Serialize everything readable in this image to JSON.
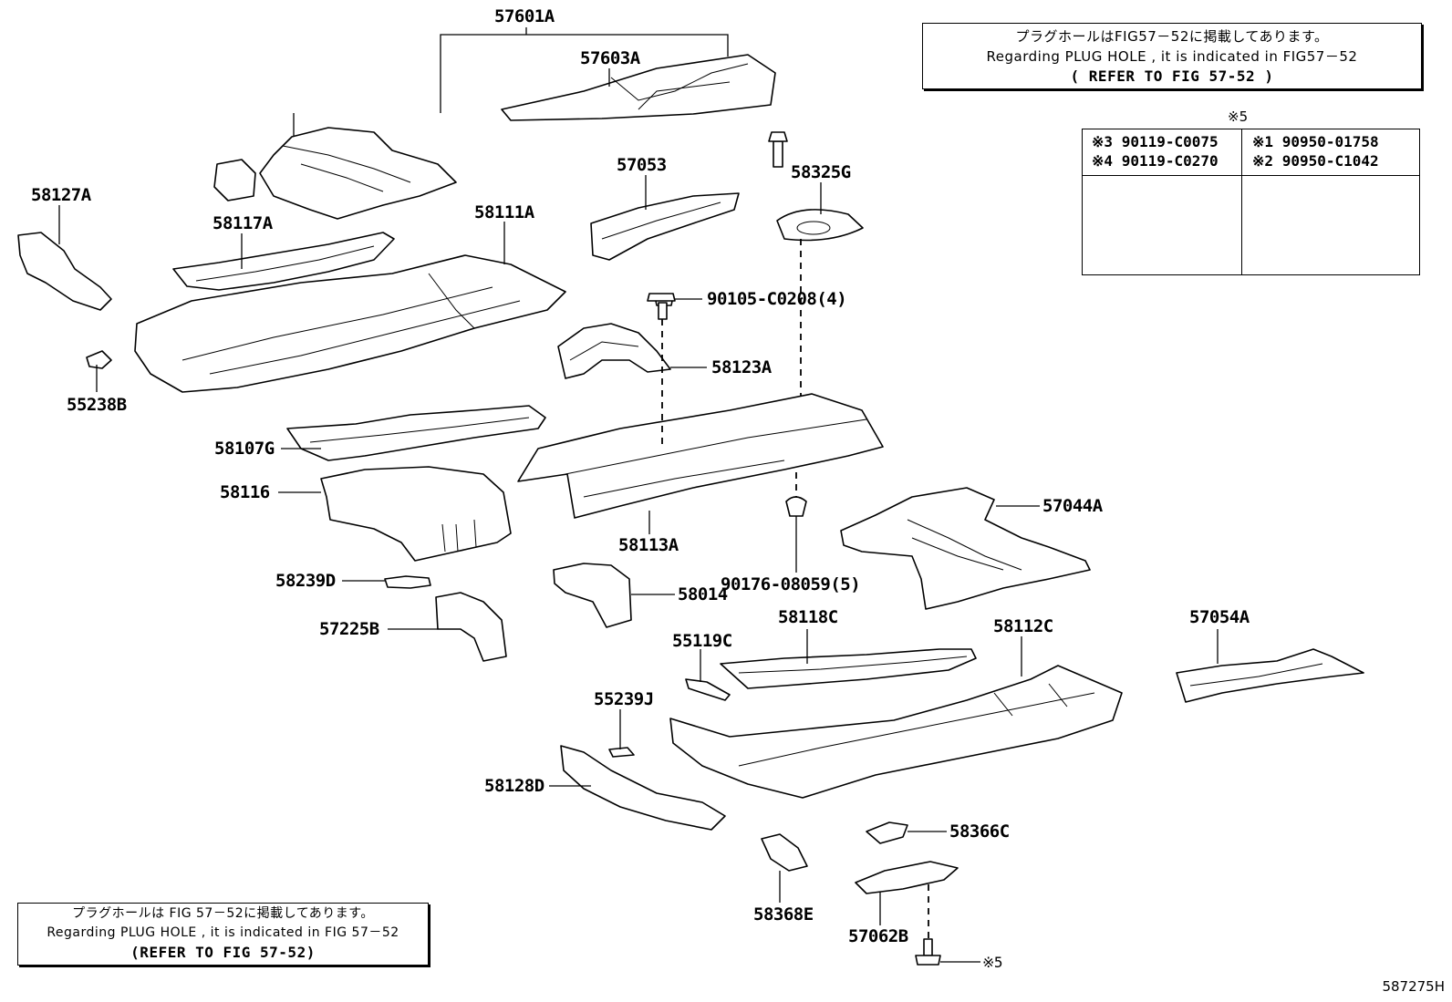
{
  "figure_number": "587275H",
  "note_top": {
    "jp": "プラグホールはFIG57－52に掲載してあります。",
    "en": "Regarding PLUG HOLE , it is indicated in FIG57－52",
    "ref": "( REFER TO FIG 57-52 )"
  },
  "note_bottom": {
    "jp": "プラグホールは FIG 57－52に掲載してあります。",
    "en": "Regarding PLUG HOLE , it is indicated in FIG 57－52",
    "ref": "(REFER TO FIG 57-52)"
  },
  "legend": {
    "header": "※5",
    "bolts": [
      {
        "mark": "※3",
        "part": "90119-C0075"
      },
      {
        "mark": "※4",
        "part": "90119-C0270"
      }
    ],
    "clips": [
      {
        "mark": "※1",
        "part": "90950-01758"
      },
      {
        "mark": "※2",
        "part": "90950-C1042"
      }
    ]
  },
  "parts": {
    "p57601A": "57601A",
    "p57603A": "57603A",
    "p57053": "57053",
    "p58325G": "58325G",
    "p58127A": "58127A",
    "p58117A": "58117A",
    "p58111A": "58111A",
    "p90105": "90105-C0208(4)",
    "p58123A": "58123A",
    "p55238B": "55238B",
    "p58107G": "58107G",
    "p58116": "58116",
    "p58113A": "58113A",
    "p57044A": "57044A",
    "p58239D": "58239D",
    "p58014": "58014",
    "p90176": "90176-08059(5)",
    "p57225B": "57225B",
    "p58118C": "58118C",
    "p58112C": "58112C",
    "p57054A": "57054A",
    "p55119C": "55119C",
    "p55239J": "55239J",
    "p58128D": "58128D",
    "p58366C": "58366C",
    "p58368E": "58368E",
    "p57062B": "57062B",
    "star5": "※5"
  }
}
